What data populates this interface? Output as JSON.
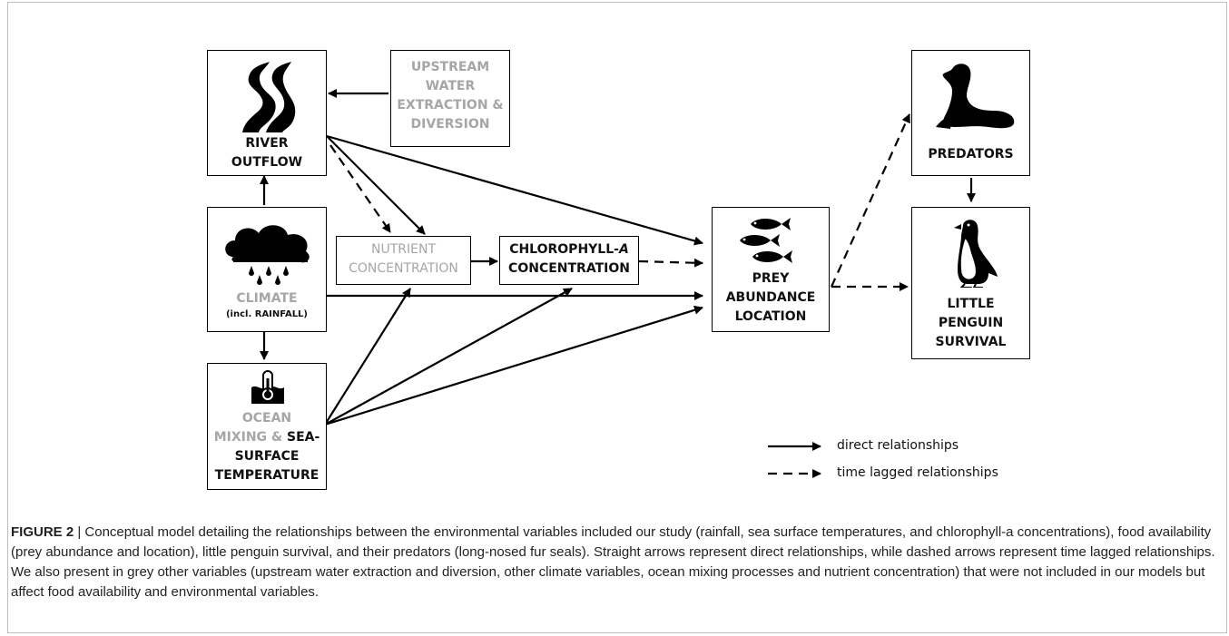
{
  "nodes": {
    "river": {
      "line1": "RIVER",
      "line2": "OUTFLOW"
    },
    "upstream": {
      "line1": "UPSTREAM",
      "line2": "WATER",
      "line3": "EXTRACTION &",
      "line4": "DIVERSION"
    },
    "climate": {
      "line1": "CLIMATE",
      "line2": "(incl. RAINFALL)"
    },
    "ocean": {
      "line1": "OCEAN",
      "line2a": "MIXING & ",
      "line2b": "SEA-",
      "line3": "SURFACE",
      "line4": "TEMPERATURE"
    },
    "nutrient": {
      "line1": "NUTRIENT",
      "line2": "CONCENTRATION"
    },
    "chlorophyll": {
      "line1a": "CHLOROPHYLL-",
      "line1b": "A",
      "line2": "CONCENTRATION"
    },
    "prey": {
      "line1": "PREY",
      "line2": "ABUNDANCE",
      "line3": "LOCATION"
    },
    "predators": {
      "line1": "PREDATORS"
    },
    "penguin": {
      "line1": "LITTLE",
      "line2": "PENGUIN",
      "line3": "SURVIVAL"
    }
  },
  "legend": {
    "direct": "direct relationships",
    "lagged": "time lagged relationships"
  },
  "caption": {
    "label": "FIGURE 2",
    "text": " | Conceptual model detailing the relationships between the environmental variables included our study (rainfall, sea surface temperatures, and chlorophyll-a concentrations), food availability (prey abundance and location), little penguin survival, and their predators (long-nosed fur seals). Straight arrows represent direct relationships, while dashed arrows represent time lagged relationships. We also present in grey other variables (upstream water extraction and diversion, other climate variables, ocean mixing processes and nutrient concentration) that were not included in our models but affect food availability and environmental variables."
  },
  "colors": {
    "included": "#111111",
    "excluded": "#a6a6a6"
  },
  "icons": [
    "river-icon",
    "rain-cloud-icon",
    "thermometer-wave-icon",
    "fish-icon",
    "seal-icon",
    "penguin-icon"
  ]
}
